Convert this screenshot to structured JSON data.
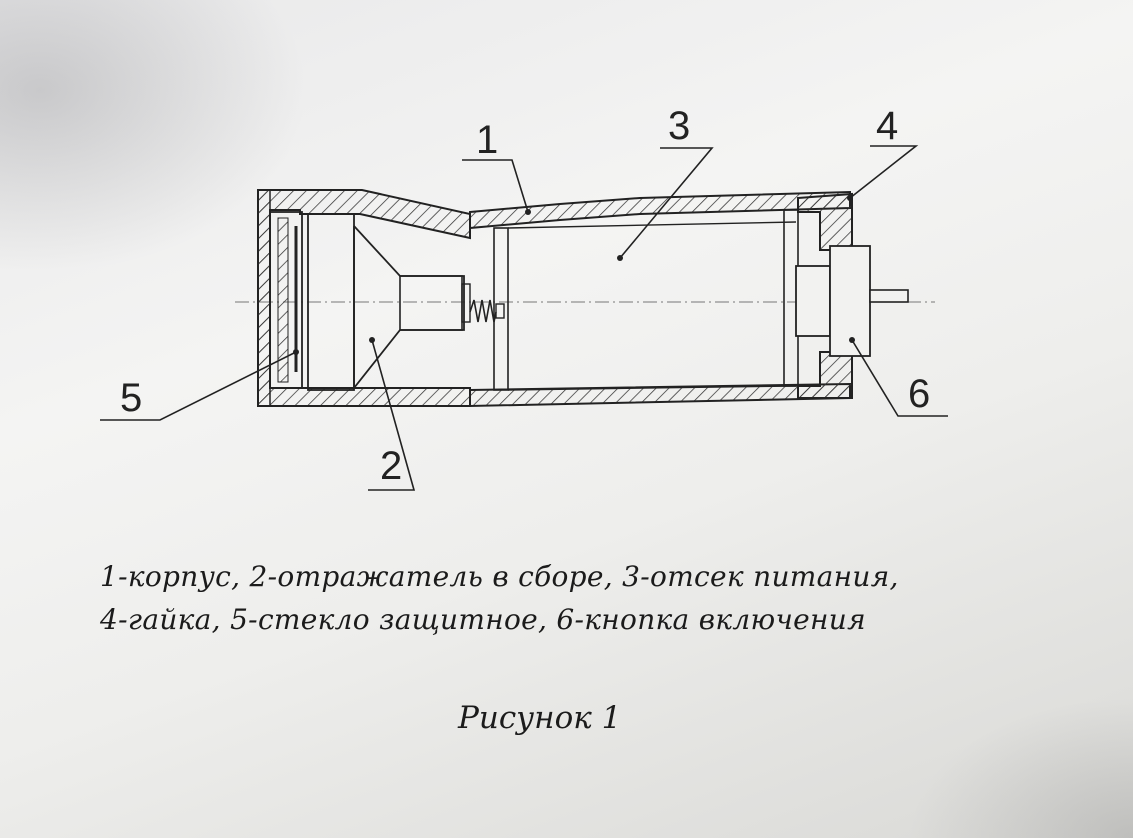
{
  "figure": {
    "part_labels": [
      "1",
      "2",
      "3",
      "4",
      "5",
      "6"
    ],
    "caption_line1": "1-корпус, 2-отражатель в сборе, 3-отсек питания,",
    "caption_line2": "4-гайка, 5-стекло защитное, 6-кнопка включения",
    "title": "Рисунок 1"
  }
}
